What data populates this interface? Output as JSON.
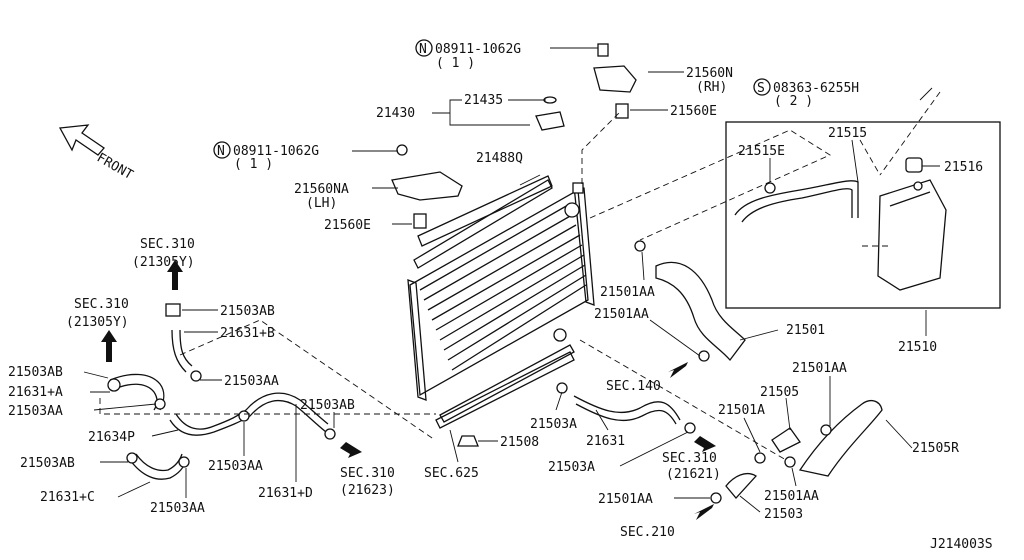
{
  "drawing_id": "J214003S",
  "front_label": "FRONT",
  "labels": {
    "l_08911_top": "08911-1062G",
    "l_08911_top_qty": "( 1 )",
    "l_21560N": "21560N",
    "l_21560N_side": "(RH)",
    "l_08363": "08363-6255H",
    "l_08363_qty": "( 2 )",
    "l_21430": "21430",
    "l_21435": "21435",
    "l_21560E_top": "21560E",
    "l_21515": "21515",
    "l_21515E": "21515E",
    "l_21516": "21516",
    "l_08911_left": "08911-1062G",
    "l_08911_left_qty": "( 1 )",
    "l_21488Q": "21488Q",
    "l_21560NA": "21560NA",
    "l_21560NA_side": "(LH)",
    "l_21560E_left": "21560E",
    "l_sec310_a": "SEC.310",
    "l_sec310_a_ref": "(21305Y)",
    "l_sec310_b": "SEC.310",
    "l_sec310_b_ref": "(21305Y)",
    "l_21503AB_1": "21503AB",
    "l_21631B": "21631+B",
    "l_21503AB_2": "21503AB",
    "l_21631A": "21631+A",
    "l_21503AA_1": "21503AA",
    "l_21503AA_2": "21503AA",
    "l_21634P": "21634P",
    "l_21503AB_3": "21503AB",
    "l_21503AB_4": "21503AB",
    "l_21503AA_3": "21503AA",
    "l_21631C": "21631+C",
    "l_21503AA_4": "21503AA",
    "l_21631D": "21631+D",
    "l_sec310_c": "SEC.310",
    "l_sec310_c_ref": "(21623)",
    "l_21501AA_1": "21501AA",
    "l_21501AA_2": "21501AA",
    "l_21501": "21501",
    "l_21510": "21510",
    "l_sec140": "SEC.140",
    "l_21501AA_3": "21501AA",
    "l_21505": "21505",
    "l_21501A": "21501A",
    "l_21505R": "21505R",
    "l_21503A_1": "21503A",
    "l_21631": "21631",
    "l_21508": "21508",
    "l_sec625": "SEC.625",
    "l_21503A_2": "21503A",
    "l_sec310_d": "SEC.310",
    "l_sec310_d_ref": "(21621)",
    "l_21501AA_4": "21501AA",
    "l_21501AA_5": "21501AA",
    "l_21503": "21503",
    "l_sec210": "SEC.210"
  },
  "circled_prefixes": {
    "n_top": "N",
    "s_bolt": "S",
    "n_left": "N"
  }
}
